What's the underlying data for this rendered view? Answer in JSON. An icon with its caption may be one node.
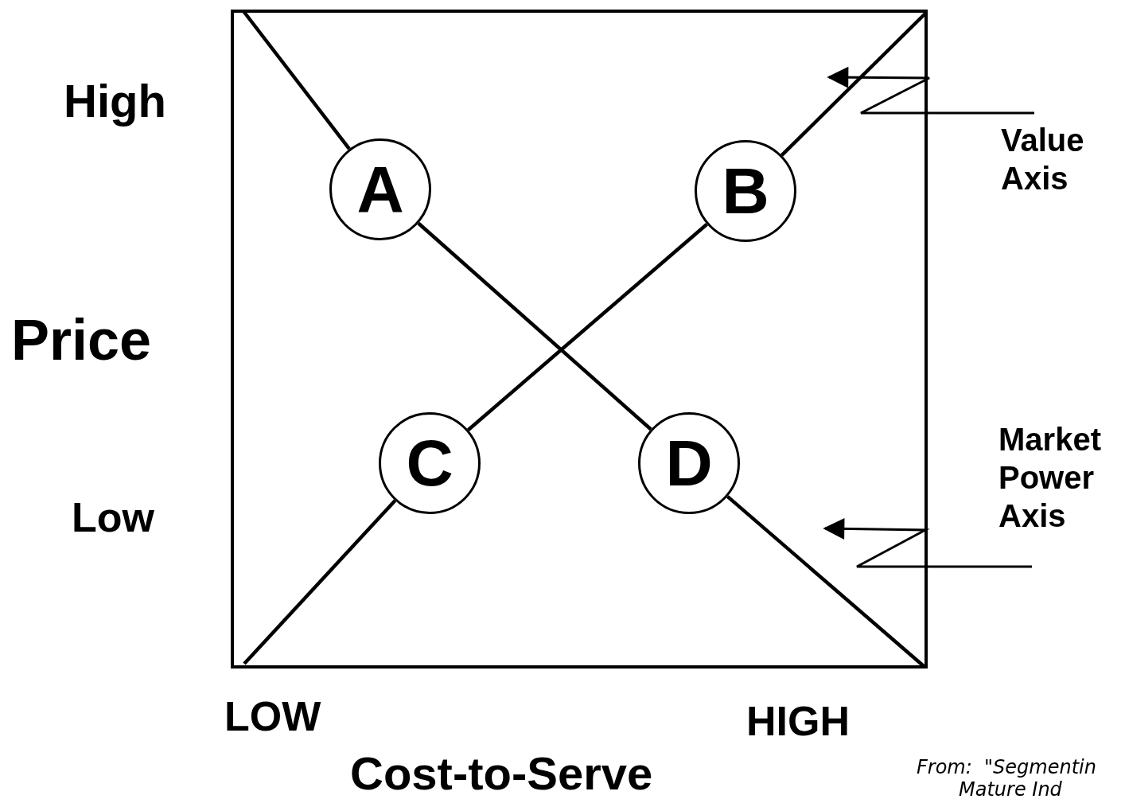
{
  "diagram": {
    "nodes": [
      {
        "text": [],
        "shape": "box"
      },
      {
        "text": [
          "A"
        ],
        "in": 0
      },
      {
        "text": [
          "B"
        ],
        "in": 0
      },
      {
        "text": [
          "C"
        ],
        "in": 0
      },
      {
        "text": [
          "D"
        ],
        "in": 0
      },
      {
        "text": [
          "Value Axis"
        ]
      },
      {
        "text": [
          "Market Power Axis"
        ]
      }
    ],
    "edges": [
      {
        "from": null,
        "to": 1,
        "arrow": "none"
      },
      {
        "from": 1,
        "to": 4,
        "arrow": "none"
      },
      {
        "from": 4,
        "to": null,
        "arrow": "none"
      },
      {
        "from": null,
        "to": 3,
        "arrow": "none"
      },
      {
        "from": 3,
        "to": 2,
        "arrow": "none"
      },
      {
        "from": 2,
        "to": null,
        "arrow": "none"
      },
      {
        "from": 5,
        "to": null,
        "arrow": "to"
      },
      {
        "from": 6,
        "to": null,
        "arrow": "to"
      }
    ],
    "labels": [
      "High",
      "Price",
      "Low",
      "LOW",
      "HIGH",
      "Cost-to-Serve",
      "From:  \"Segmentin",
      "Mature Ind"
    ]
  }
}
